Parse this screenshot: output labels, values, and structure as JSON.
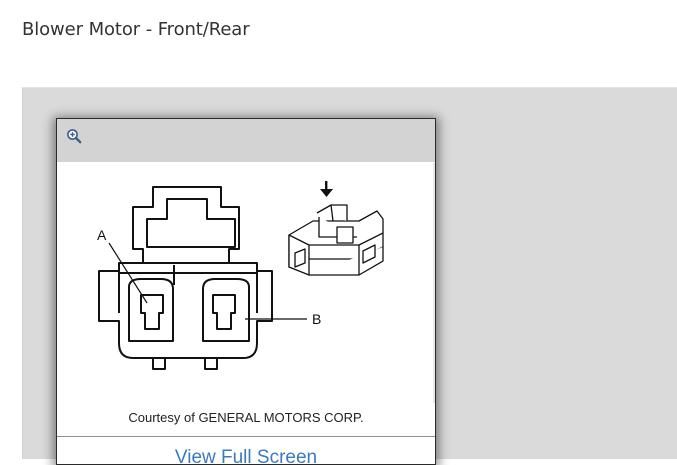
{
  "page": {
    "title": "Blower Motor - Front/Rear"
  },
  "viewer": {
    "zoom_icon": "zoom-in-icon",
    "caption": "Courtesy of GENERAL MOTORS CORP.",
    "full_screen_label": "View Full Screen",
    "callouts": {
      "a": "A",
      "b": "B"
    }
  },
  "colors": {
    "link": "#3a7abf",
    "panel": "#dadada",
    "toolbar": "#d3d3d3"
  }
}
